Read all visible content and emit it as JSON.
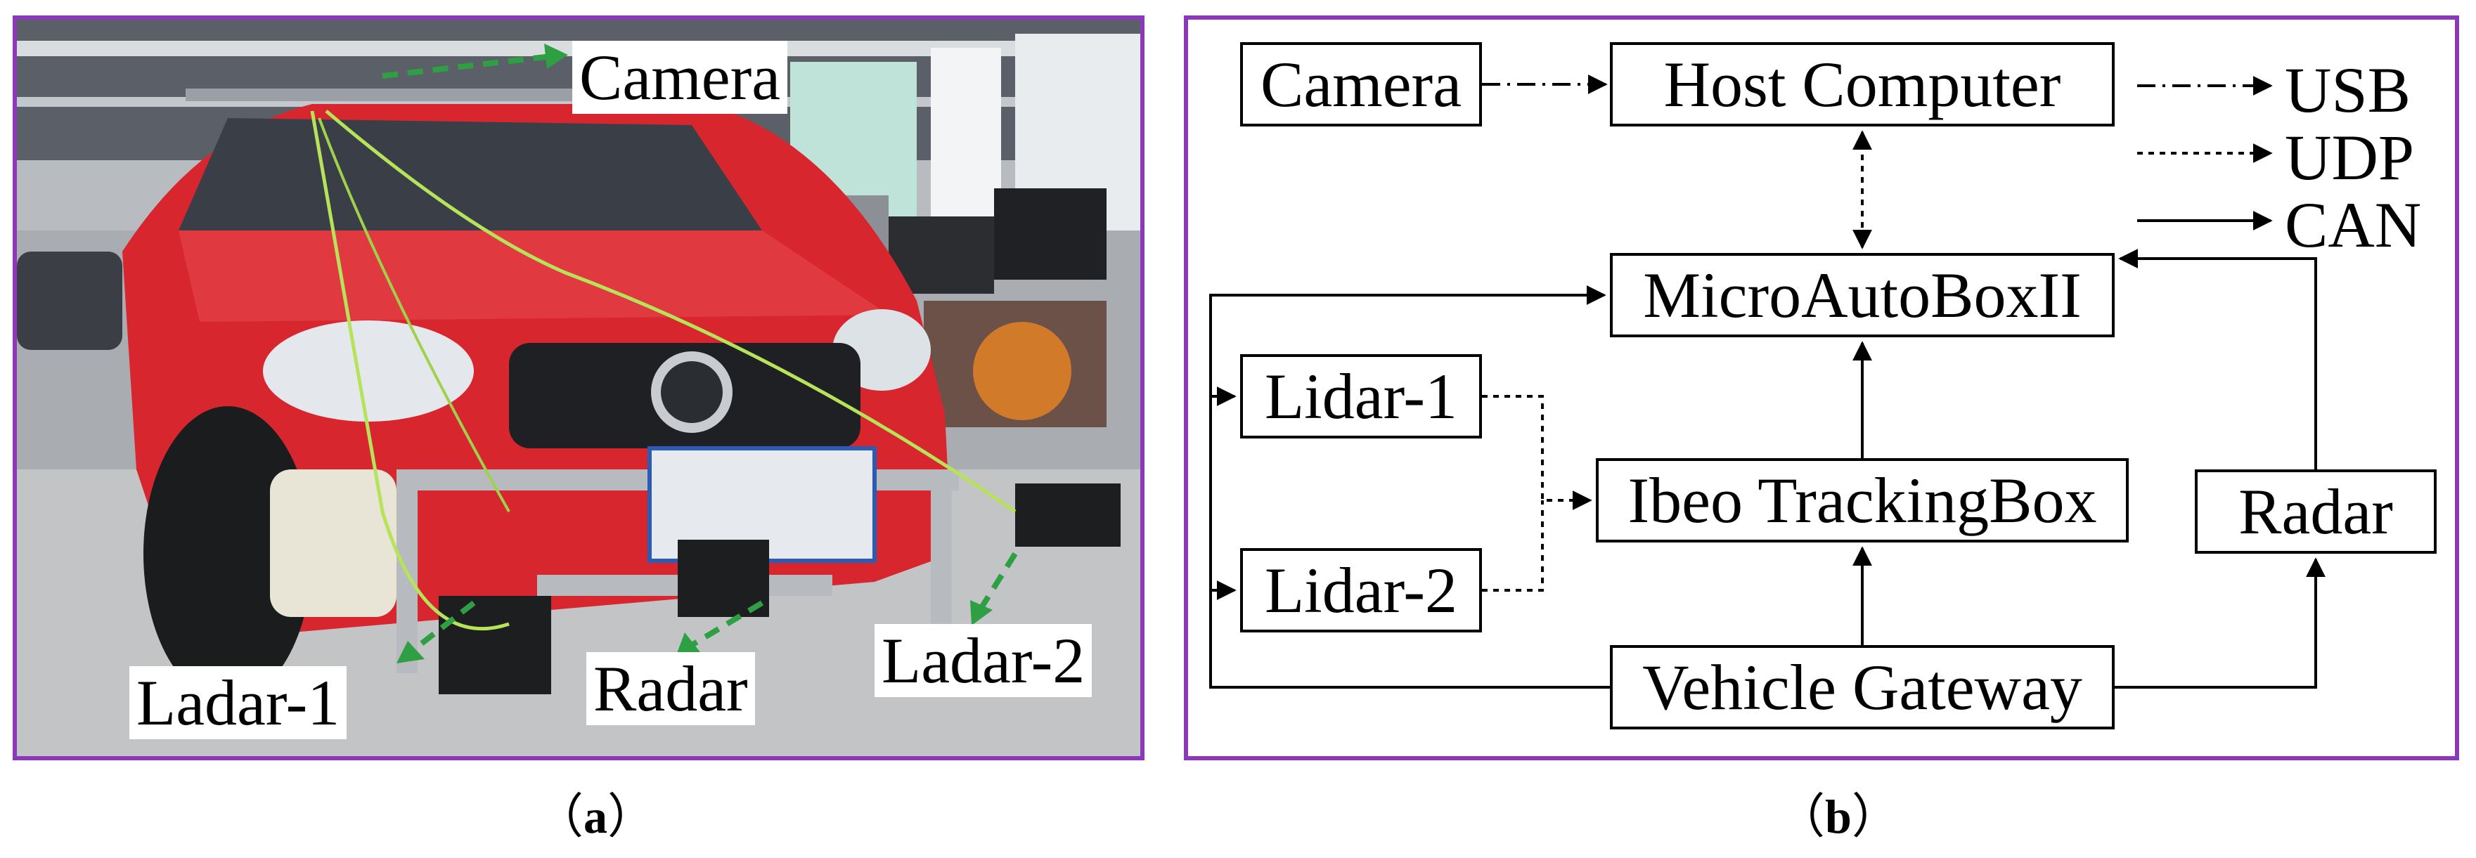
{
  "panel_a": {
    "labels": {
      "camera": "Camera",
      "ladar1": "Ladar-1",
      "radar": "Radar",
      "ladar2": "Ladar-2"
    },
    "caption_open": "（",
    "caption_letter": "a",
    "caption_close": "）",
    "colors": {
      "frame": "#8a3ab9",
      "arrow": "#2ea043",
      "car": "#d8262e"
    }
  },
  "panel_b": {
    "nodes": {
      "camera": "Camera",
      "host_computer": "Host Computer",
      "microautobox": "MicroAutoBoxII",
      "lidar1": "Lidar-1",
      "ibeo": "Ibeo TrackingBox",
      "radar": "Radar",
      "lidar2": "Lidar-2",
      "gateway": "Vehicle Gateway"
    },
    "legend": {
      "usb": "USB",
      "udp": "UDP",
      "can": "CAN"
    },
    "caption_open": "（",
    "caption_letter": "b",
    "caption_close": "）",
    "colors": {
      "frame": "#8a3ab9",
      "line": "#000000"
    }
  }
}
